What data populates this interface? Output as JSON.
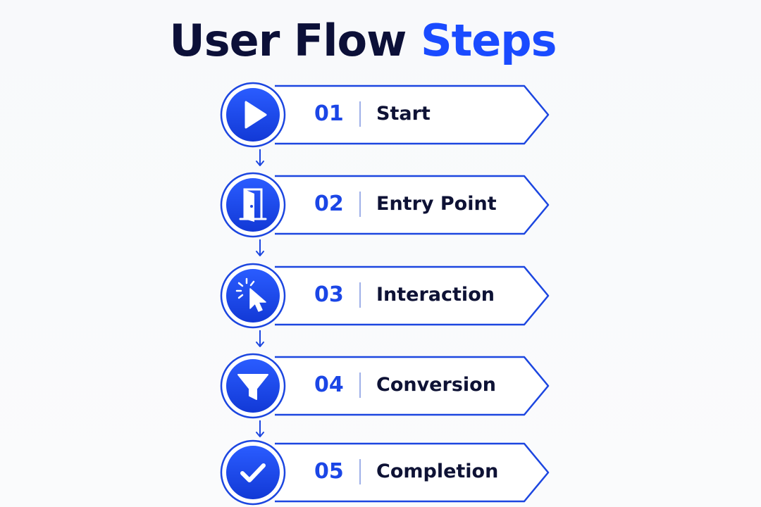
{
  "title": {
    "part1": "User Flow",
    "part2": "Steps"
  },
  "colors": {
    "accent": "#1a4bff",
    "navy": "#0c1038",
    "border": "#1c46e0",
    "background": "#f8f9fb"
  },
  "steps": [
    {
      "number": "01",
      "label": "Start",
      "icon": "play-icon"
    },
    {
      "number": "02",
      "label": "Entry Point",
      "icon": "door-icon"
    },
    {
      "number": "03",
      "label": "Interaction",
      "icon": "cursor-click-icon"
    },
    {
      "number": "04",
      "label": "Conversion",
      "icon": "funnel-icon"
    },
    {
      "number": "05",
      "label": "Completion",
      "icon": "checkmark-icon"
    }
  ]
}
